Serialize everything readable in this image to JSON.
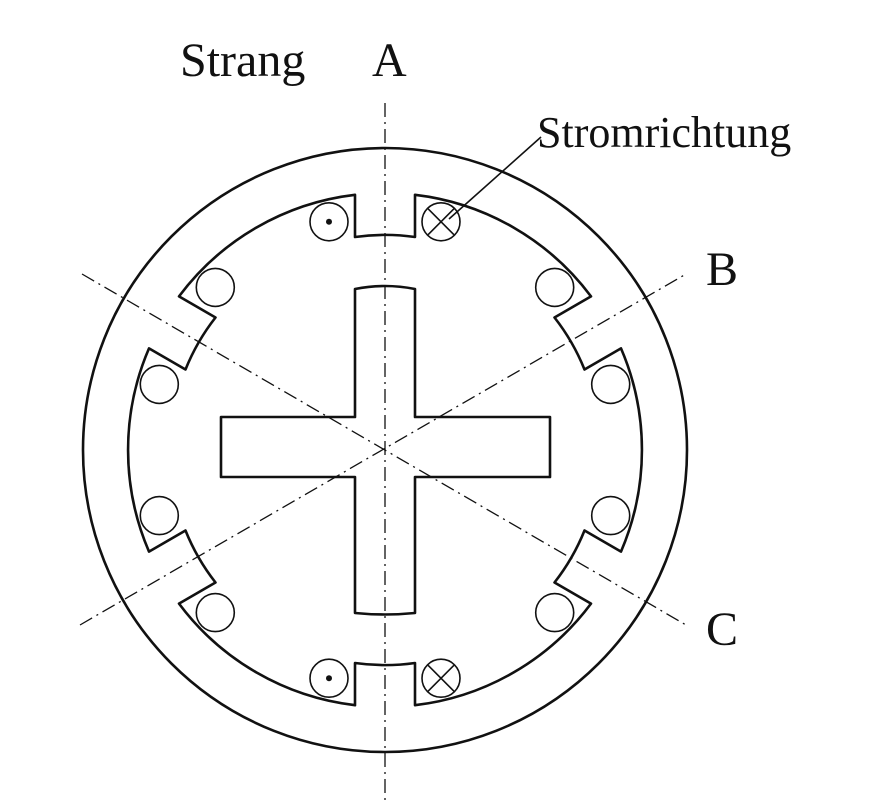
{
  "labels": {
    "strang": "Strang",
    "phase_a": "A",
    "phase_b": "B",
    "phase_c": "C",
    "stromrichtung": "Stromrichtung"
  },
  "colors": {
    "ink": "#111111",
    "background": "#ffffff"
  }
}
